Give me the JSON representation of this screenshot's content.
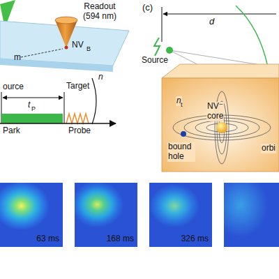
{
  "diagram": {
    "nodes": [
      {
        "text": [
          "63 ms"
        ]
      },
      {
        "text": [
          "168 ms"
        ]
      },
      {
        "text": [
          "326 ms"
        ]
      }
    ],
    "labels": [
      "Readout (594 nm)",
      "NV",
      "B",
      "m",
      "ource",
      "Target",
      "t",
      "P",
      "Park",
      "Probe",
      "n",
      "(c)",
      "d",
      "Source",
      "n",
      "t",
      "NV⁻",
      "core",
      "bound hole",
      "orbi"
    ]
  }
}
